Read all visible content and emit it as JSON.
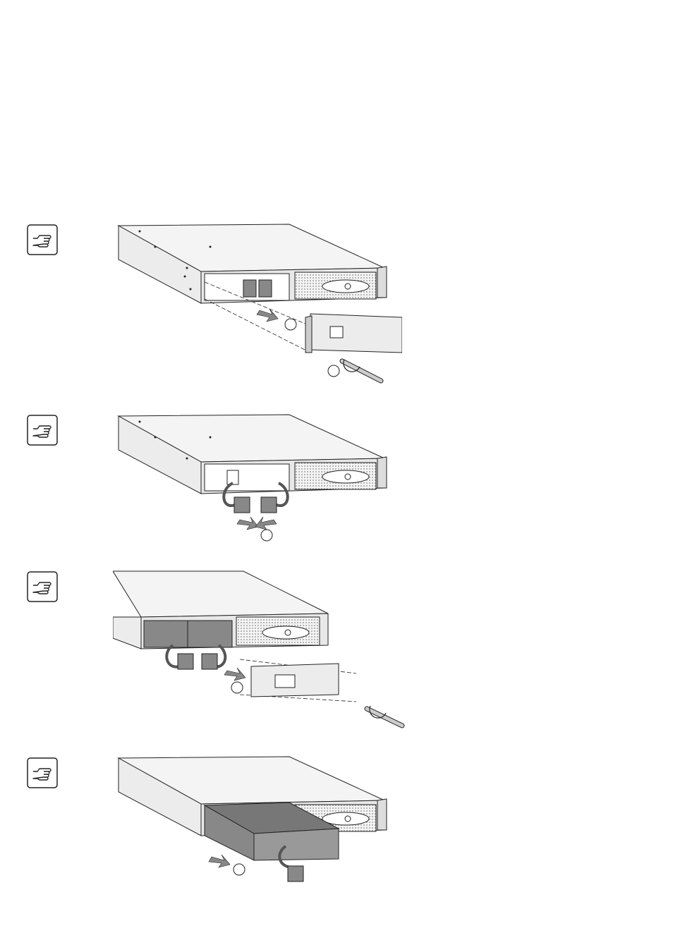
{
  "steps": [
    {
      "note_icon": "pointing-hand-icon",
      "illustration": "remove-front-cover-ups"
    },
    {
      "note_icon": "pointing-hand-icon",
      "illustration": "disconnect-battery-connectors"
    },
    {
      "note_icon": "pointing-hand-icon",
      "illustration": "remove-battery-retaining-bracket"
    },
    {
      "note_icon": "pointing-hand-icon",
      "illustration": "pull-out-battery-pack"
    }
  ],
  "colors": {
    "line": "#222222",
    "panel": "#ececec",
    "top": "#f4f4f4",
    "dark": "#777777",
    "mesh": "#bbbbbb"
  }
}
